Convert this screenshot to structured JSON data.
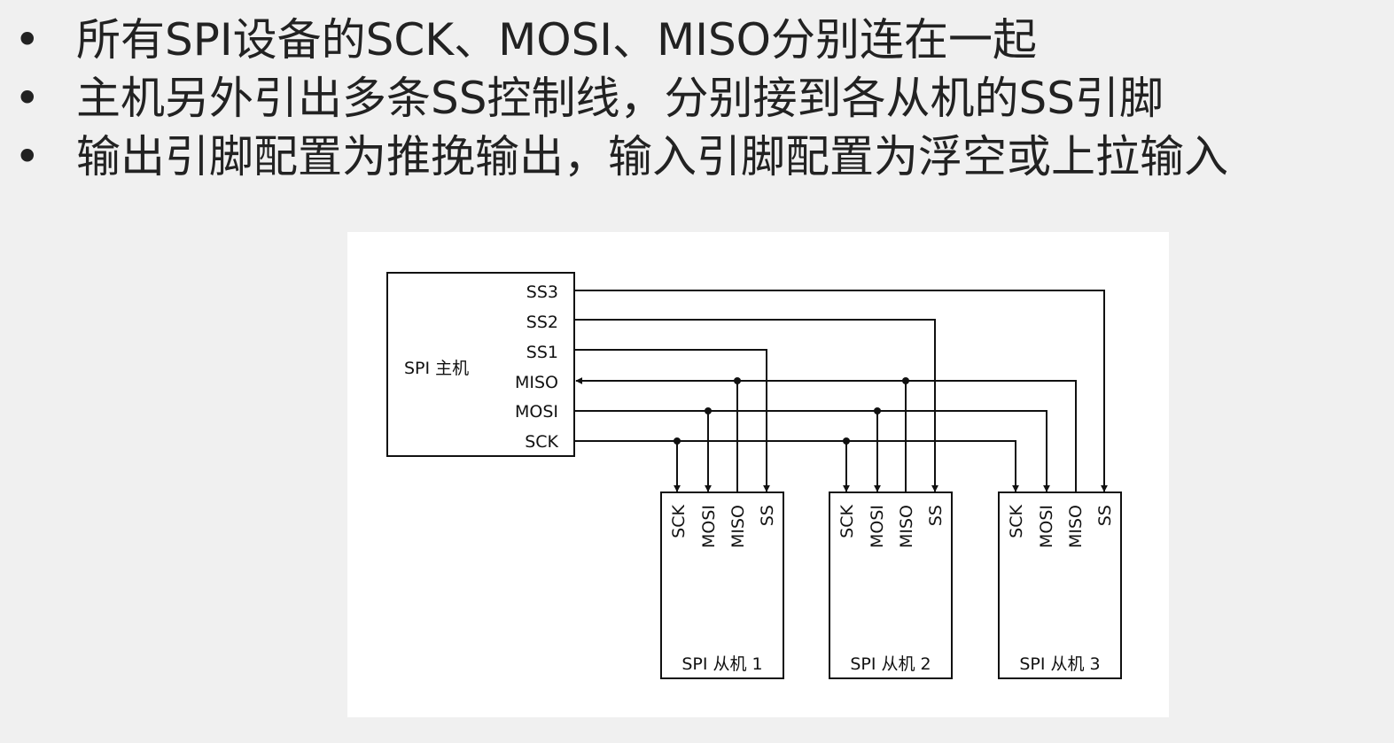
{
  "bullets": [
    "所有SPI设备的SCK、MOSI、MISO分别连在一起",
    "主机另外引出多条SS控制线，分别接到各从机的SS引脚",
    "输出引脚配置为推挽输出，输入引脚配置为浮空或上拉输入"
  ],
  "bullet_symbol": "•",
  "diagram": {
    "master": {
      "label": "SPI 主机",
      "pins": [
        "SS3",
        "SS2",
        "SS1",
        "MISO",
        "MOSI",
        "SCK"
      ]
    },
    "slaves": [
      {
        "label": "SPI 从机 1"
      },
      {
        "label": "SPI 从机 2"
      },
      {
        "label": "SPI 从机 3"
      }
    ],
    "slave_pins": [
      "SCK",
      "MOSI",
      "MISO",
      "SS"
    ],
    "colors": {
      "line": "#111111",
      "card": "#ffffff",
      "background": "#f0f0f0"
    }
  }
}
